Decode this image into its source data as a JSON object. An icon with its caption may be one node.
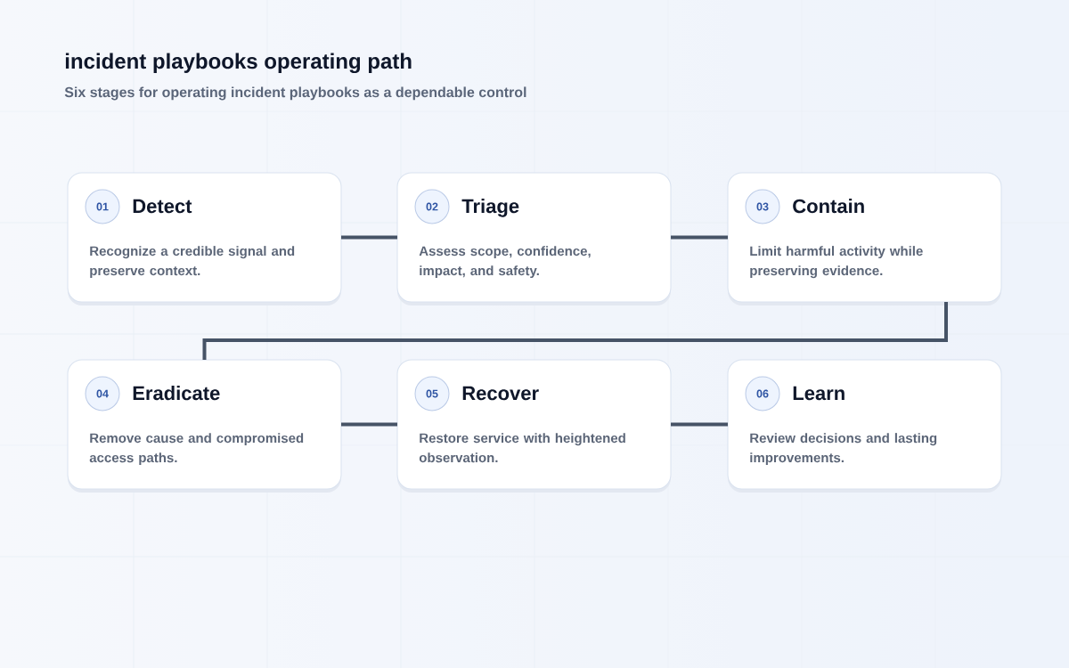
{
  "diagram": {
    "title": "incident playbooks operating path",
    "nodes": [
      {
        "text": [
          "Detect",
          "Recognize a credible signal and preserve context."
        ]
      },
      {
        "text": [
          "01"
        ],
        "in": 0
      },
      {
        "text": [
          "Triage",
          "Assess scope, confidence, impact, and safety."
        ]
      },
      {
        "text": [
          "02"
        ],
        "in": 2
      },
      {
        "text": [
          "Contain",
          "Limit harmful activity while preserving evidence."
        ]
      },
      {
        "text": [
          "03"
        ],
        "in": 4
      },
      {
        "text": [
          "Eradicate",
          "Remove cause and compromised access paths."
        ]
      },
      {
        "text": [
          "04"
        ],
        "in": 6
      },
      {
        "text": [
          "Recover",
          "Restore service with heightened observation."
        ]
      },
      {
        "text": [
          "05"
        ],
        "in": 8
      },
      {
        "text": [
          "Learn",
          "Review decisions and lasting improvements."
        ]
      },
      {
        "text": [
          "06"
        ],
        "in": 10
      }
    ],
    "edges": [
      {
        "from": 0,
        "to": 2,
        "arrow": "none"
      },
      {
        "from": 2,
        "to": 4,
        "arrow": "none"
      },
      {
        "from": 4,
        "to": 6,
        "arrow": "none"
      },
      {
        "from": 6,
        "to": 8,
        "arrow": "none"
      },
      {
        "from": 8,
        "to": 10,
        "arrow": "none"
      }
    ],
    "labels": [
      "Six stages for operating incident playbooks as a dependable control"
    ]
  }
}
